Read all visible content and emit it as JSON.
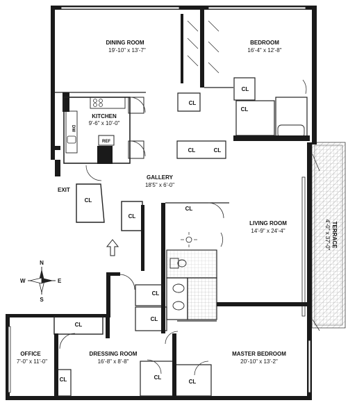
{
  "rooms": {
    "dining": {
      "name": "DINING ROOM",
      "dim": "19'-10\" x 13'-7\""
    },
    "bedroom": {
      "name": "BEDROOM",
      "dim": "16'-4\" x 12'-8\""
    },
    "kitchen": {
      "name": "KITCHEN",
      "dim": "9'-6\" x 10'-0\""
    },
    "gallery": {
      "name": "GALLERY",
      "dim": "18'5\" x 6'-0\""
    },
    "living": {
      "name": "LIVING ROOM",
      "dim": "14'-9\" x 24'-4\""
    },
    "terrace": {
      "name": "TERRACE",
      "dim": "4'-0\" x 37'-0\""
    },
    "office": {
      "name": "OFFICE",
      "dim": "7'-0\" x 11'-0\""
    },
    "dressing": {
      "name": "DRESSING ROOM",
      "dim": "16'-8\" x 8'-8\""
    },
    "master": {
      "name": "MASTER BEDROOM",
      "dim": "20'-10\" x 13'-2\""
    }
  },
  "labels": {
    "closet": "CL",
    "ref": "REF",
    "dw": "DW",
    "exit": "EXIT"
  },
  "compass": {
    "n": "N",
    "s": "S",
    "e": "E",
    "w": "W"
  }
}
